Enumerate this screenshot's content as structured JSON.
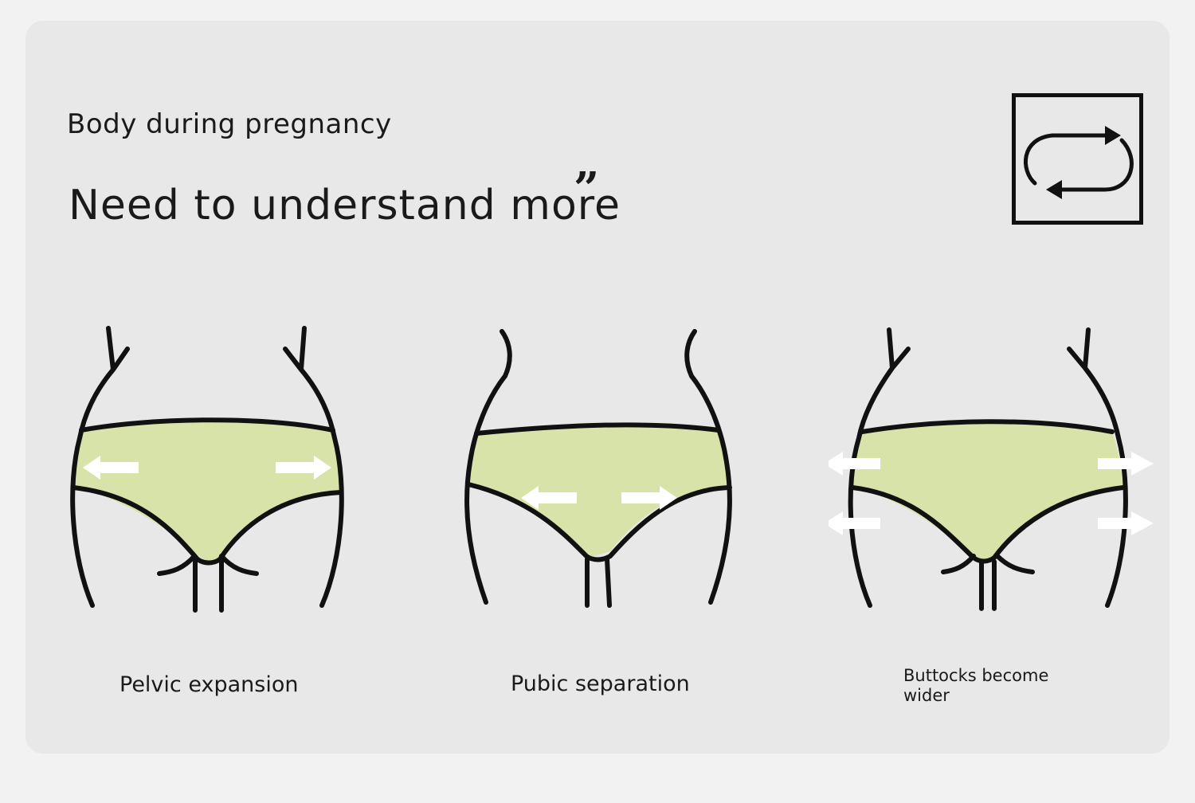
{
  "header": {
    "subtitle": "Body during pregnancy",
    "headline": "Need to understand more",
    "quote_mark": "”"
  },
  "badge": {
    "icon": "repeat-cycle-icon"
  },
  "colors": {
    "background": "#e8e8e8",
    "fill": "#d8e3a9",
    "stroke": "#111111",
    "arrow": "#ffffff"
  },
  "figures": [
    {
      "caption": "Pelvic expansion",
      "icon": "pelvis-figure-icon"
    },
    {
      "caption": "Pubic separation",
      "icon": "pelvis-figure-icon"
    },
    {
      "caption": "Buttocks become wider",
      "icon": "pelvis-figure-icon"
    }
  ]
}
